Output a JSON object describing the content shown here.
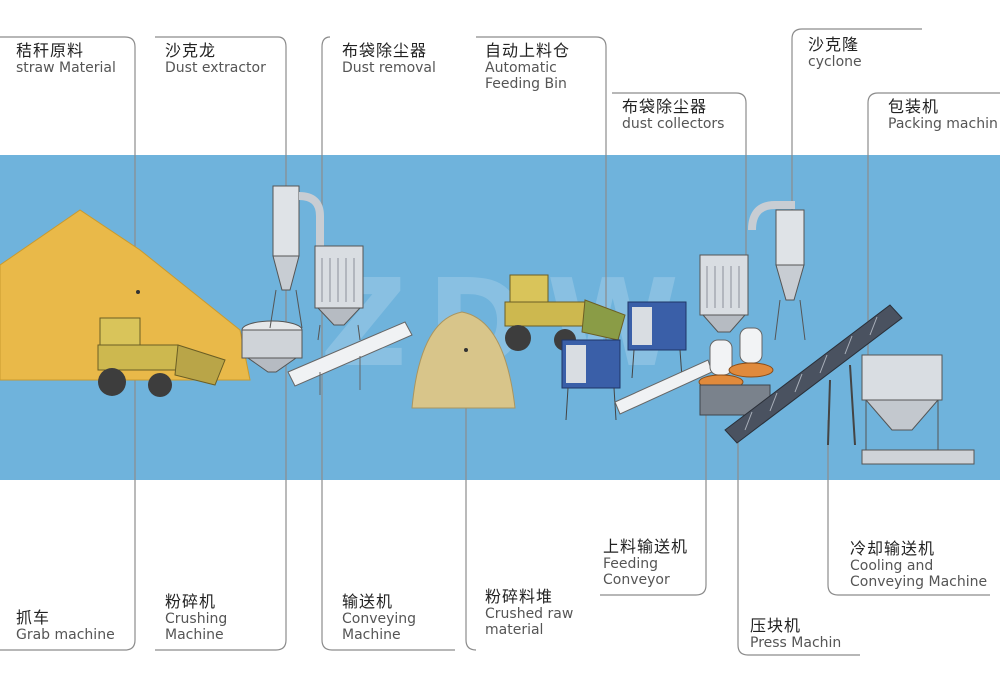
{
  "watermark": "ZDW",
  "labels": {
    "straw_material": {
      "zh": "秸秆原料",
      "en": [
        "straw Material"
      ]
    },
    "dust_extractor": {
      "zh": "沙克龙",
      "en": [
        "Dust extractor"
      ]
    },
    "dust_removal": {
      "zh": "布袋除尘器",
      "en": [
        "Dust removal"
      ]
    },
    "feeding_bin": {
      "zh": "自动上料仓",
      "en": [
        "Automatic",
        "Feeding Bin"
      ]
    },
    "dust_collectors": {
      "zh": "布袋除尘器",
      "en": [
        "dust collectors"
      ]
    },
    "cyclone": {
      "zh": "沙克隆",
      "en": [
        "cyclone"
      ]
    },
    "packing_machine": {
      "zh": "包装机",
      "en": [
        "Packing machin"
      ]
    },
    "grab_machine": {
      "zh": "抓车",
      "en": [
        "Grab machine"
      ]
    },
    "crushing_machine": {
      "zh": "粉碎机",
      "en": [
        "Crushing",
        "Machine"
      ]
    },
    "conveying_machine": {
      "zh": "输送机",
      "en": [
        "Conveying",
        "Machine"
      ]
    },
    "crushed_raw": {
      "zh": "粉碎料堆",
      "en": [
        "Crushed raw",
        "material"
      ]
    },
    "feeding_conveyor": {
      "zh": "上料输送机",
      "en": [
        "Feeding",
        "Conveyor"
      ]
    },
    "press_machine": {
      "zh": "压块机",
      "en": [
        "Press Machin"
      ]
    },
    "cooling_conveying": {
      "zh": "冷却输送机",
      "en": [
        "Cooling and",
        "Conveying Machine"
      ]
    }
  },
  "colors": {
    "band": "#6fb3dc",
    "straw_pile": "#e9b949",
    "raw_pile": "#d8c58a",
    "machine_metal": "#d9dde2",
    "machine_dark": "#5b6470",
    "loader_yellow": "#d9c45a",
    "bin_blue": "#3a5fa8",
    "press_orange": "#e08a3c",
    "leader_line": "#8c8c8c"
  }
}
